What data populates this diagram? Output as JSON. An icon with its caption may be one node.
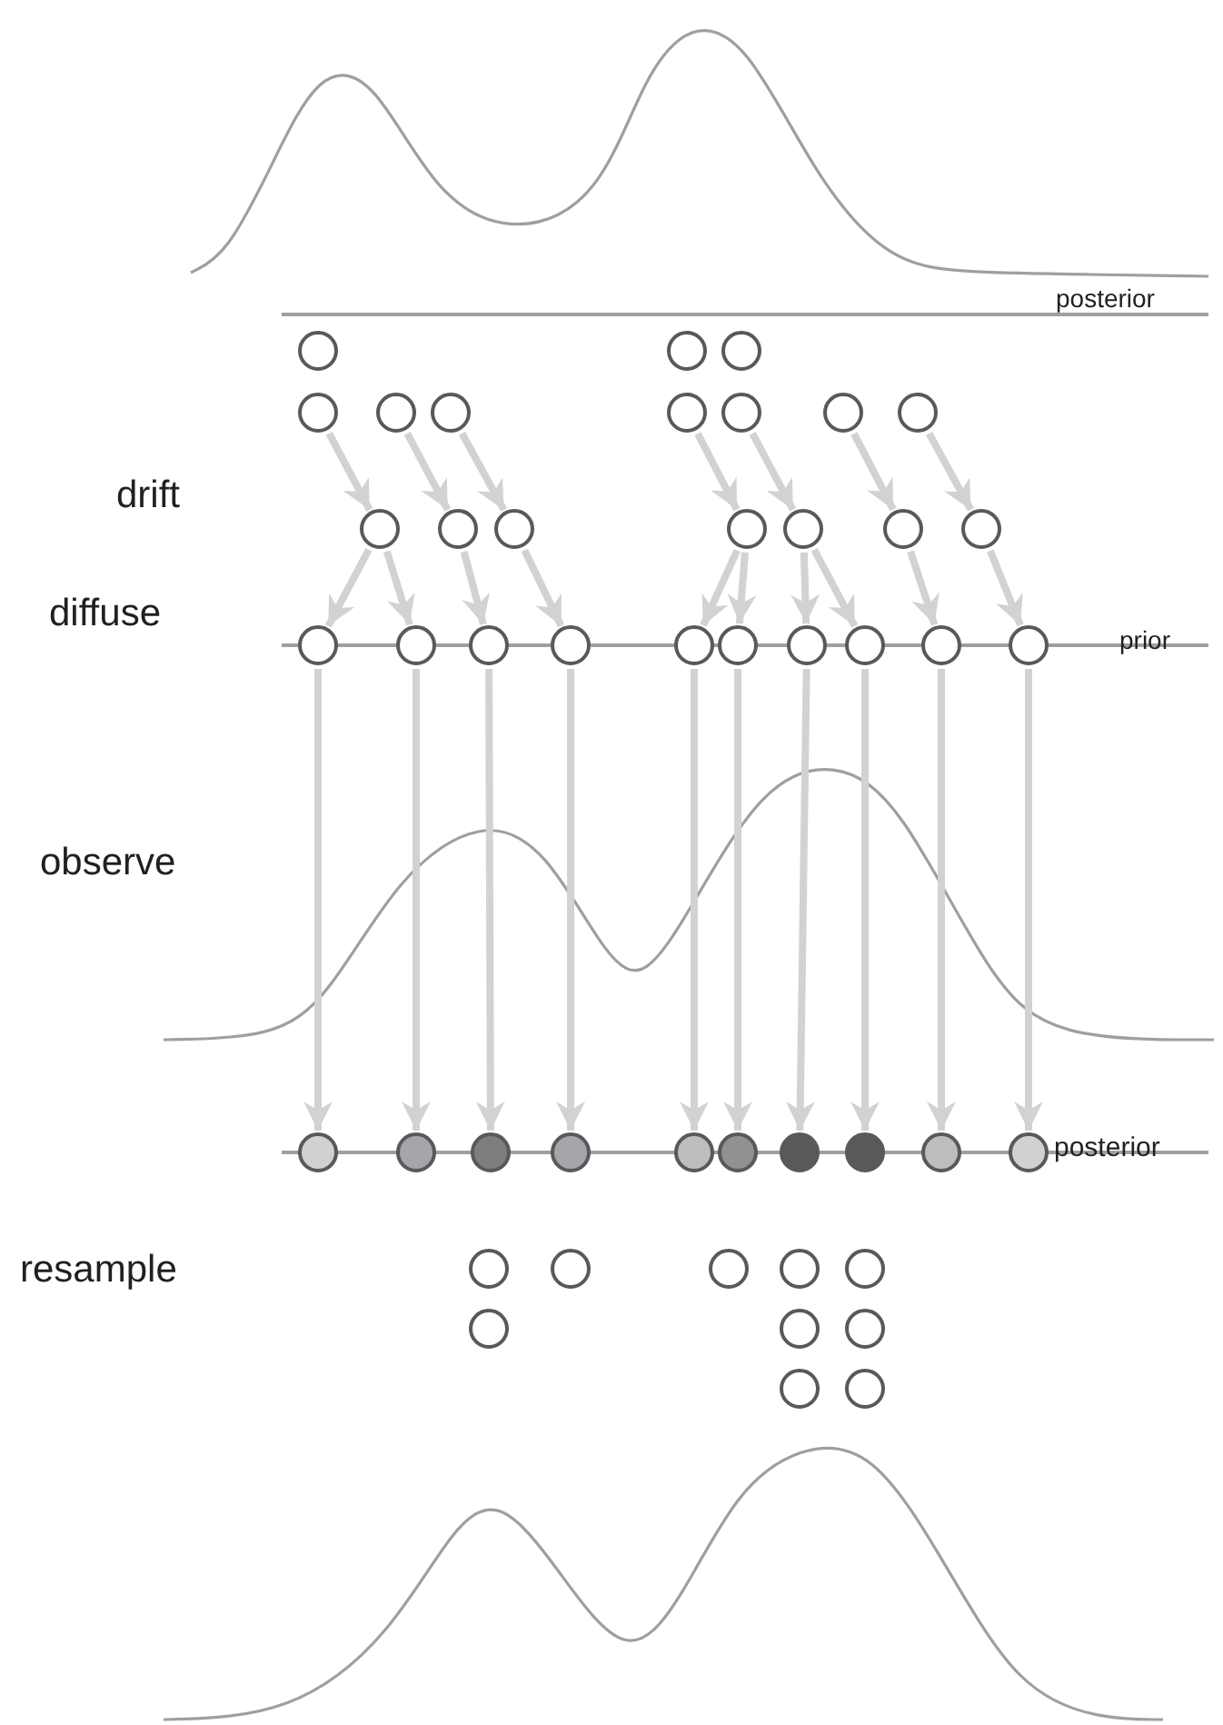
{
  "diagram": {
    "nodes": [
      {
        "text": [],
        "shape": "circle"
      },
      {
        "text": [],
        "shape": "circle"
      },
      {
        "text": [],
        "shape": "circle"
      },
      {
        "text": [],
        "shape": "circle"
      },
      {
        "text": [],
        "shape": "circle"
      },
      {
        "text": [],
        "shape": "circle"
      },
      {
        "text": [],
        "shape": "circle"
      },
      {
        "text": [],
        "shape": "circle"
      },
      {
        "text": [],
        "shape": "circle"
      },
      {
        "text": [],
        "shape": "circle"
      },
      {
        "text": [],
        "shape": "circle"
      },
      {
        "text": [],
        "shape": "circle"
      },
      {
        "text": [],
        "shape": "circle"
      },
      {
        "text": [],
        "shape": "circle"
      },
      {
        "text": [],
        "shape": "circle"
      },
      {
        "text": [],
        "shape": "circle"
      },
      {
        "text": [],
        "shape": "circle"
      },
      {
        "text": [],
        "shape": "circle"
      },
      {
        "text": [],
        "shape": "circle"
      },
      {
        "text": [],
        "shape": "circle"
      },
      {
        "text": [],
        "shape": "circle"
      },
      {
        "text": [],
        "shape": "circle"
      },
      {
        "text": [],
        "shape": "circle"
      },
      {
        "text": [],
        "shape": "circle"
      },
      {
        "text": [],
        "shape": "circle"
      },
      {
        "text": [],
        "shape": "circle"
      },
      {
        "text": [],
        "shape": "circle"
      },
      {
        "text": [],
        "shape": "circle"
      },
      {
        "text": [],
        "shape": "circle"
      },
      {
        "text": [],
        "shape": "circle"
      },
      {
        "text": [],
        "shape": "circle"
      },
      {
        "text": [],
        "shape": "circle"
      },
      {
        "text": [],
        "shape": "circle"
      },
      {
        "text": [],
        "shape": "circle"
      },
      {
        "text": [],
        "shape": "circle"
      },
      {
        "text": [],
        "shape": "circle"
      },
      {
        "text": [],
        "shape": "circle"
      },
      {
        "text": [],
        "shape": "circle"
      },
      {
        "text": [],
        "shape": "circle"
      },
      {
        "text": [],
        "shape": "circle"
      },
      {
        "text": [],
        "shape": "circle"
      },
      {
        "text": [],
        "shape": "circle"
      },
      {
        "text": [],
        "shape": "circle"
      },
      {
        "text": [],
        "shape": "circle"
      },
      {
        "text": [],
        "shape": "circle"
      },
      {
        "text": [],
        "shape": "circle"
      },
      {
        "text": [],
        "shape": "circle"
      }
    ],
    "edges": [
      {
        "from": 3,
        "to": 10,
        "arrow": "to"
      },
      {
        "from": 4,
        "to": 11,
        "arrow": "to"
      },
      {
        "from": 5,
        "to": 12,
        "arrow": "to"
      },
      {
        "from": 6,
        "to": 13,
        "arrow": "to"
      },
      {
        "from": 7,
        "to": 14,
        "arrow": "to"
      },
      {
        "from": 8,
        "to": 15,
        "arrow": "to"
      },
      {
        "from": 9,
        "to": 16,
        "arrow": "to"
      },
      {
        "from": 10,
        "to": 17,
        "arrow": "to"
      },
      {
        "from": 10,
        "to": 18,
        "arrow": "to"
      },
      {
        "from": 11,
        "to": 19,
        "arrow": "to"
      },
      {
        "from": 12,
        "to": 20,
        "arrow": "to"
      },
      {
        "from": 13,
        "to": 21,
        "arrow": "to"
      },
      {
        "from": 13,
        "to": 22,
        "arrow": "to"
      },
      {
        "from": 14,
        "to": 23,
        "arrow": "to"
      },
      {
        "from": 14,
        "to": 24,
        "arrow": "to"
      },
      {
        "from": 15,
        "to": 25,
        "arrow": "to"
      },
      {
        "from": 16,
        "to": 26,
        "arrow": "to"
      },
      {
        "from": 17,
        "to": 27,
        "arrow": "to"
      },
      {
        "from": 18,
        "to": 28,
        "arrow": "to"
      },
      {
        "from": 19,
        "to": 29,
        "arrow": "to"
      },
      {
        "from": 20,
        "to": 30,
        "arrow": "to"
      },
      {
        "from": 21,
        "to": 31,
        "arrow": "to"
      },
      {
        "from": 22,
        "to": 32,
        "arrow": "to"
      },
      {
        "from": 23,
        "to": 33,
        "arrow": "to"
      },
      {
        "from": 24,
        "to": 34,
        "arrow": "to"
      },
      {
        "from": 25,
        "to": 35,
        "arrow": "to"
      },
      {
        "from": 26,
        "to": 36,
        "arrow": "to"
      }
    ],
    "labels": [
      "posterior",
      "drift",
      "diffuse",
      "prior",
      "observe",
      "posterior",
      "resample"
    ]
  }
}
